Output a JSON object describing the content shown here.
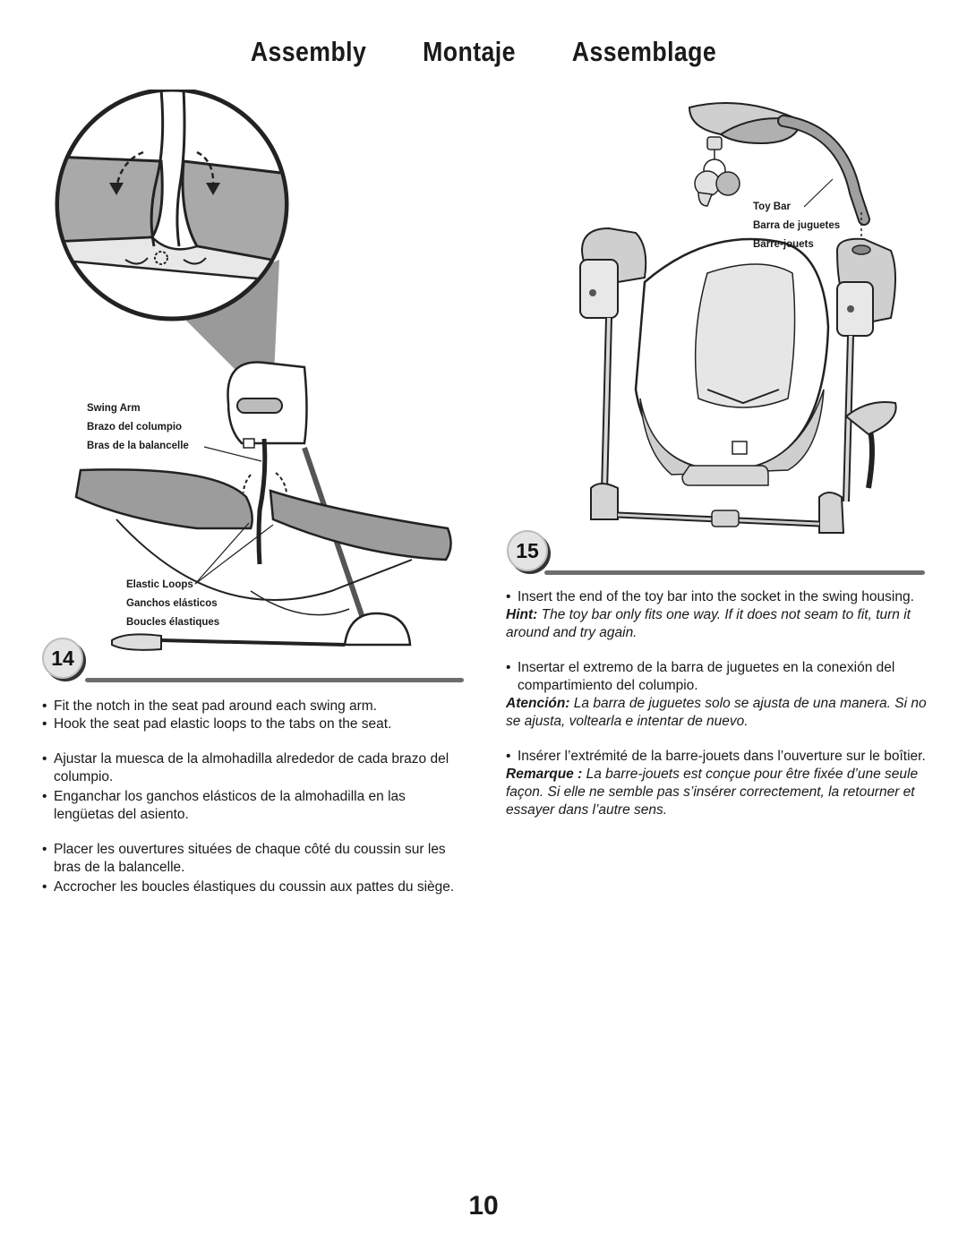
{
  "header": {
    "title_en": "Assembly",
    "title_es": "Montaje",
    "title_fr": "Assemblage"
  },
  "step14": {
    "number": "14",
    "callouts": {
      "swing_arm": [
        "Swing Arm",
        "Brazo del columpio",
        "Bras de la balancelle"
      ],
      "elastic_loops": [
        "Elastic Loops",
        "Ganchos elásticos",
        "Boucles élastiques"
      ]
    },
    "instructions": {
      "en": [
        "Fit the notch in the seat pad around each swing arm.",
        "Hook the seat pad elastic loops to the tabs on the seat."
      ],
      "es": [
        "Ajustar la muesca de la almohadilla alrededor de cada brazo del columpio.",
        "Enganchar los ganchos elásticos de la almohadilla en las lengüetas del asiento."
      ],
      "fr": [
        "Placer les ouvertures situées de chaque côté du coussin sur les bras de la balancelle.",
        "Accrocher les boucles élastiques du coussin aux pattes du siège."
      ]
    }
  },
  "step15": {
    "number": "15",
    "callouts": {
      "toy_bar": [
        "Toy Bar",
        "Barra de juguetes",
        "Barre-jouets"
      ]
    },
    "instructions": {
      "en": {
        "bullet": "Insert the end of the toy bar into the socket in the swing housing.",
        "hint_label": "Hint:",
        "hint_text": "The toy bar only fits one way. If it does not seam to fit, turn it around and try again."
      },
      "es": {
        "bullet": "Insertar el extremo de la barra de juguetes en la conexión del compartimiento del columpio.",
        "hint_label": "Atención:",
        "hint_text": "La barra de juguetes solo se ajusta de una manera. Si no se ajusta, voltearla e intentar de nuevo."
      },
      "fr": {
        "bullet": "Insérer l’extrémité de la barre-jouets dans l’ouverture sur le boîtier.",
        "hint_label": "Remarque :",
        "hint_text": "La barre-jouets est conçue pour être fixée d’une seule façon. Si elle ne semble pas s’insérer correctement, la retourner et essayer dans l’autre sens."
      }
    }
  },
  "footer": {
    "page_number": "10"
  }
}
